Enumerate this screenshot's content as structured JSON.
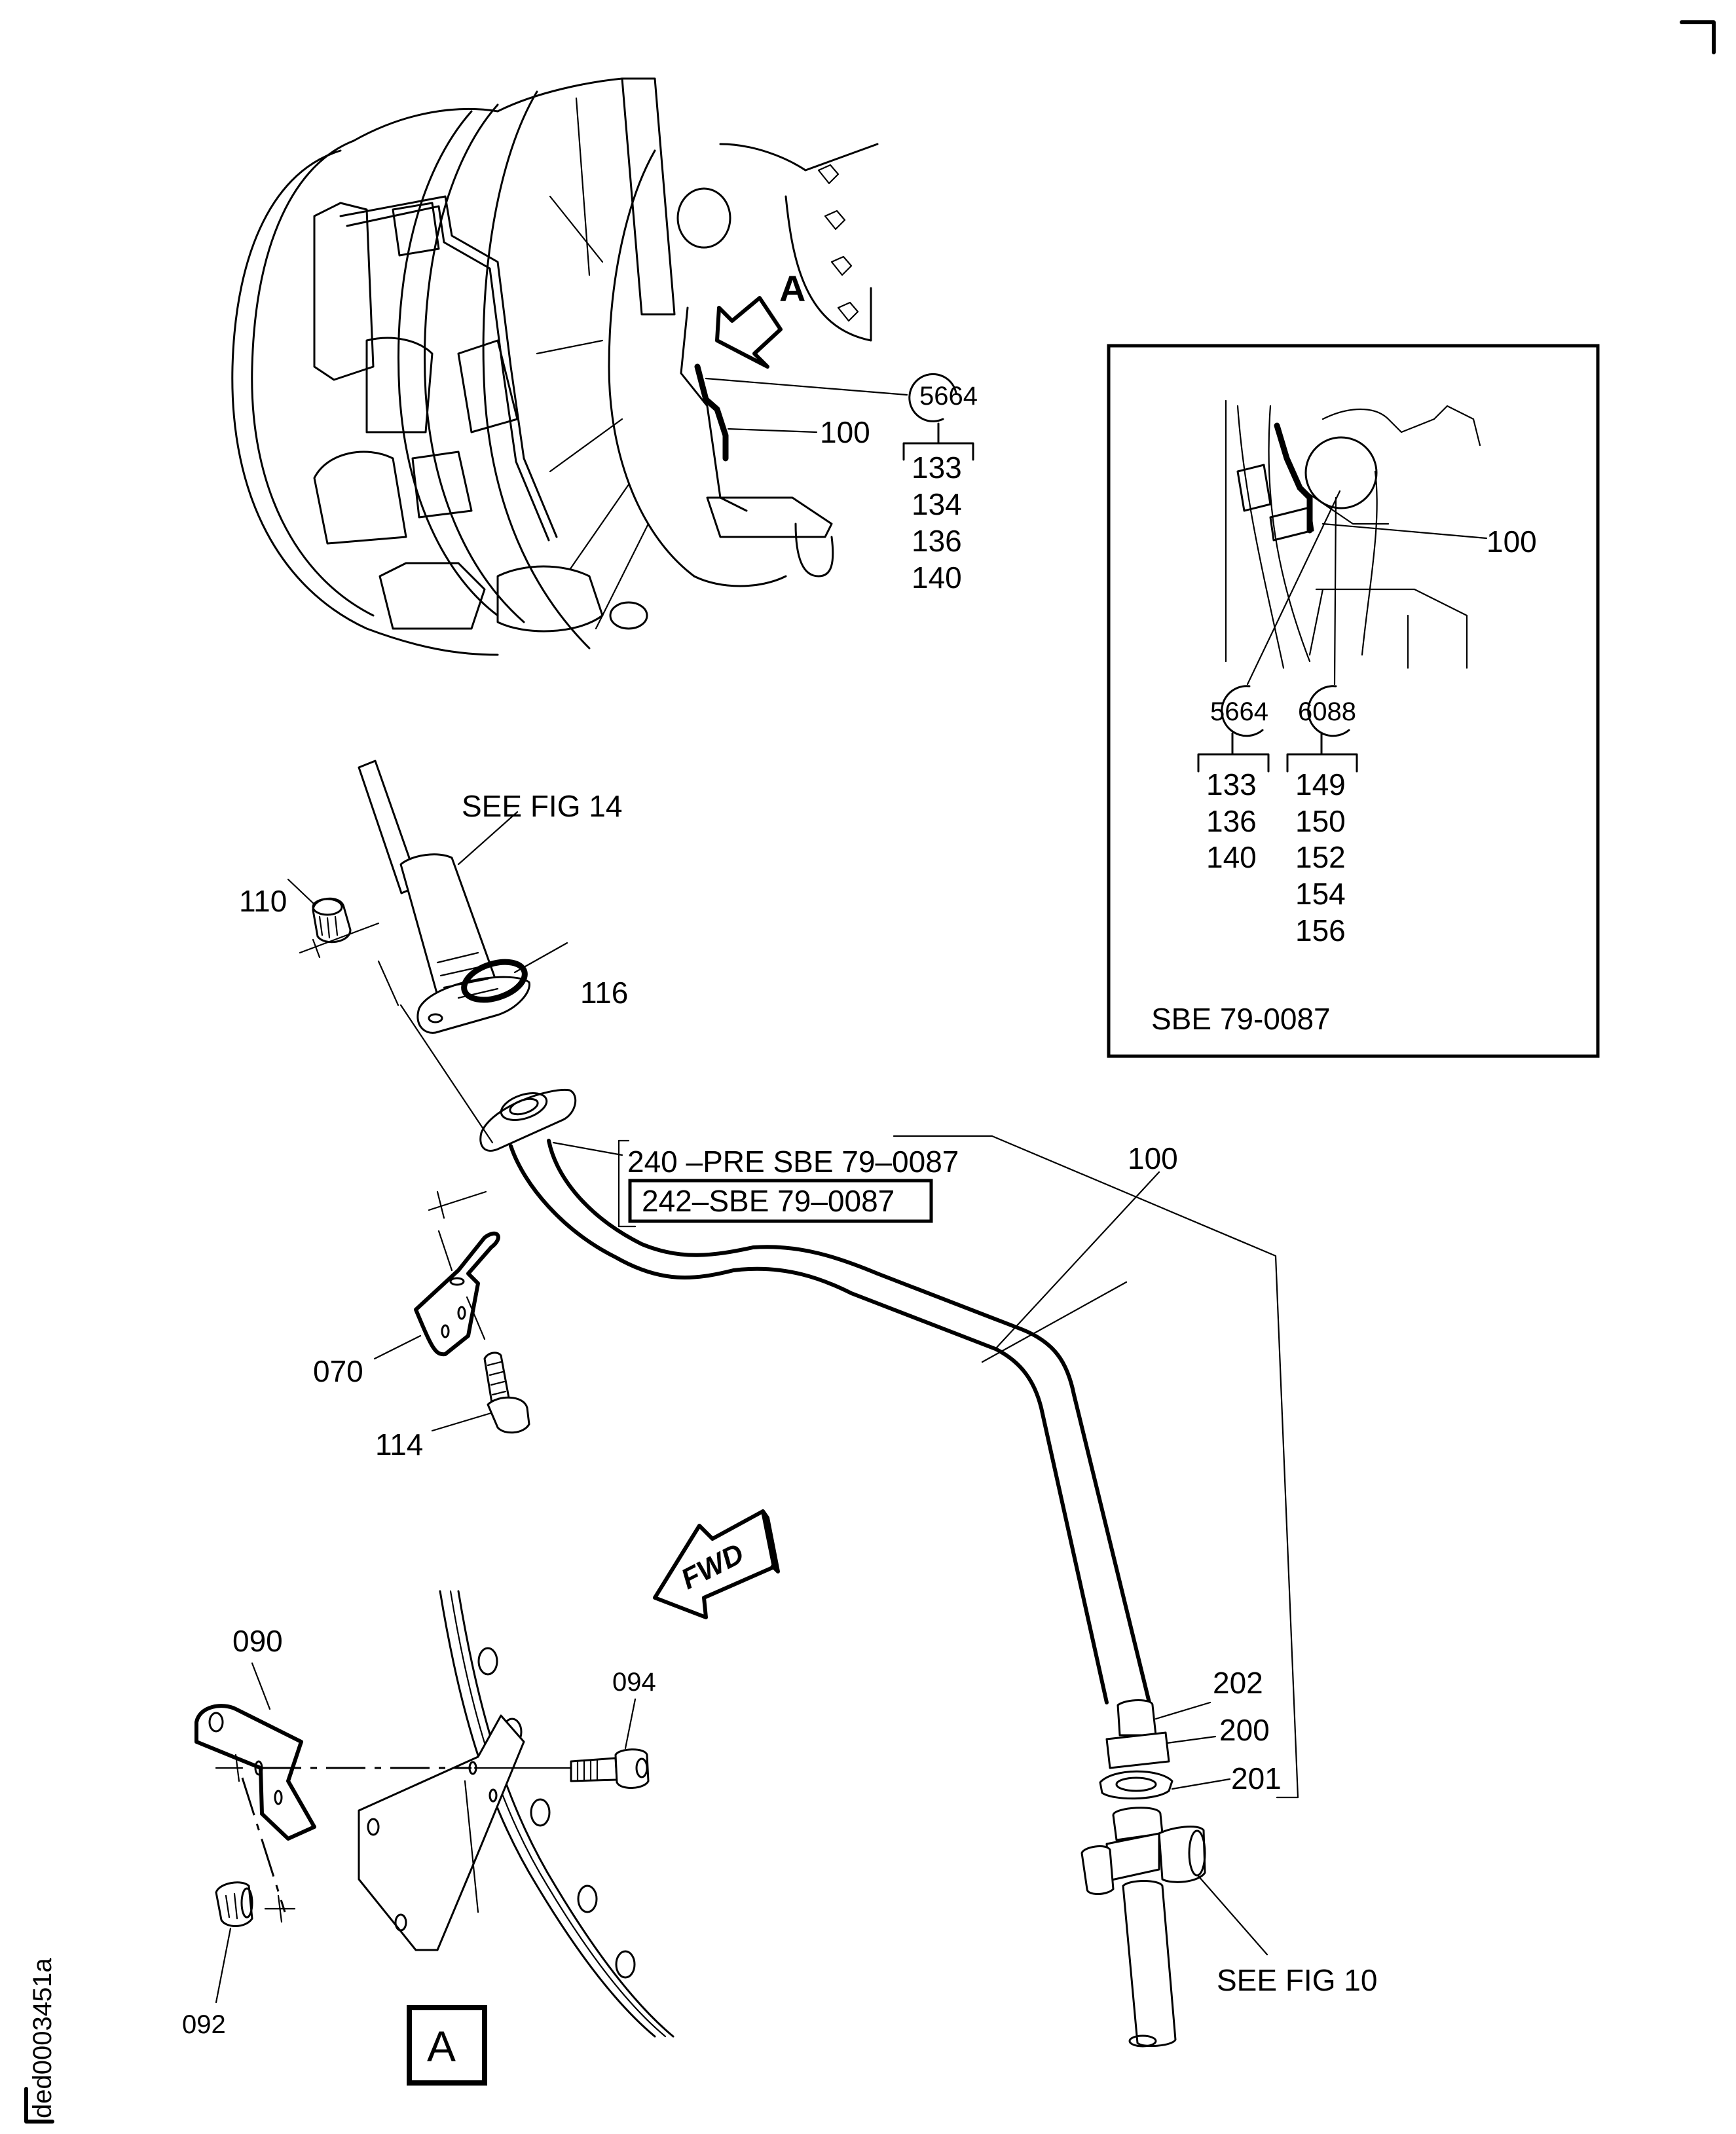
{
  "document": {
    "figure_id": "ded0003451a",
    "type": "illustrated parts catalog exploded view"
  },
  "main_view": {
    "view_marker": "A",
    "callouts": [
      {
        "id": "main-100",
        "label": "100"
      }
    ],
    "effectivity": {
      "code": "5664",
      "items": [
        "133",
        "134",
        "136",
        "140"
      ]
    }
  },
  "inset": {
    "callouts": [
      {
        "id": "inset-100",
        "label": "100"
      }
    ],
    "effectivity_groups": [
      {
        "code": "5664",
        "items": [
          "133",
          "136",
          "140"
        ]
      },
      {
        "code": "6088",
        "items": [
          "149",
          "150",
          "152",
          "154",
          "156"
        ]
      }
    ],
    "note": "SBE 79-0087"
  },
  "exploded_view": {
    "references": [
      {
        "id": "see-fig-14",
        "label": "SEE FIG 14"
      },
      {
        "id": "see-fig-10",
        "label": "SEE FIG 10"
      }
    ],
    "callouts": [
      {
        "id": "110",
        "label": "110"
      },
      {
        "id": "116",
        "label": "116"
      },
      {
        "id": "070",
        "label": "070"
      },
      {
        "id": "114",
        "label": "114"
      },
      {
        "id": "100",
        "label": "100"
      },
      {
        "id": "202",
        "label": "202"
      },
      {
        "id": "200",
        "label": "200"
      },
      {
        "id": "201",
        "label": "201"
      }
    ],
    "part_variants": {
      "pre_sbe": "240 –PRE SBE 79–0087",
      "post_sbe": "242–SBE 79–0087"
    },
    "direction_arrow": "FWD"
  },
  "detail_a": {
    "view_label": "A",
    "callouts": [
      {
        "id": "090",
        "label": "090"
      },
      {
        "id": "092",
        "label": "092"
      },
      {
        "id": "094",
        "label": "094"
      }
    ]
  }
}
